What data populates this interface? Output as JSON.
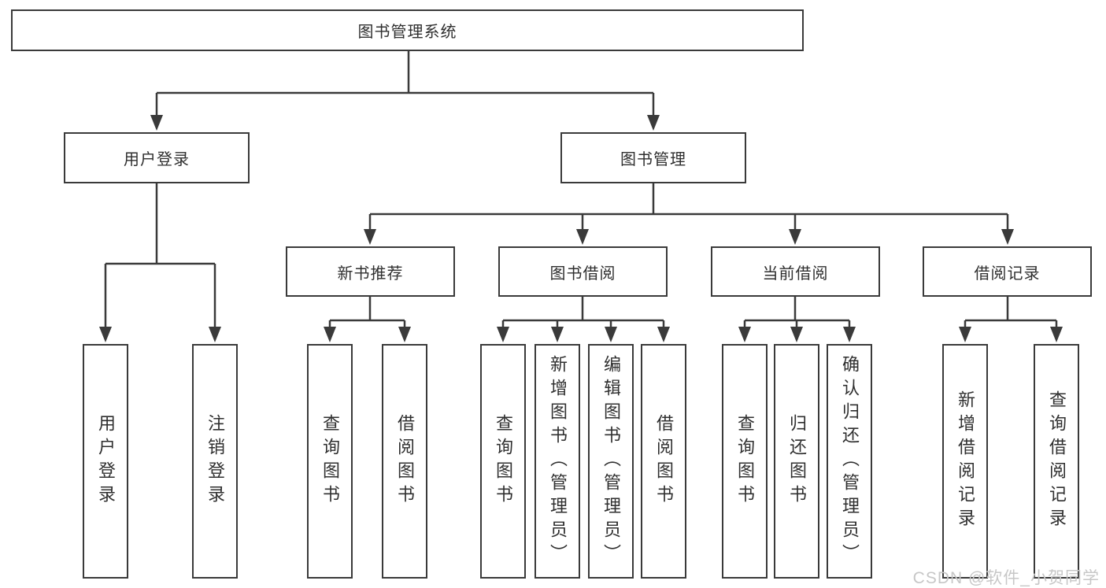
{
  "diagram": {
    "root": {
      "label": "图书管理系统"
    },
    "branches": [
      {
        "label": "用户登录",
        "leaves": [
          "用户登录",
          "注销登录"
        ]
      },
      {
        "label": "图书管理",
        "groups": [
          {
            "label": "新书推荐",
            "leaves": [
              "查询图书",
              "借阅图书"
            ]
          },
          {
            "label": "图书借阅",
            "leaves": [
              "查询图书",
              "新增图书（管理员）",
              "编辑图书（管理员）",
              "借阅图书"
            ]
          },
          {
            "label": "当前借阅",
            "leaves": [
              "查询图书",
              "归还图书",
              "确认归还（管理员）"
            ]
          },
          {
            "label": "借阅记录",
            "leaves": [
              "新增借阅记录",
              "查询借阅记录"
            ]
          }
        ]
      }
    ]
  },
  "watermark": {
    "text": "CSDN @软件_小贺同学"
  },
  "colors": {
    "line": "#3a3a3a",
    "box_border": "#3a3a3a",
    "text": "#2f2f2f",
    "watermark": "#c7c7c7",
    "background": "#ffffff"
  }
}
